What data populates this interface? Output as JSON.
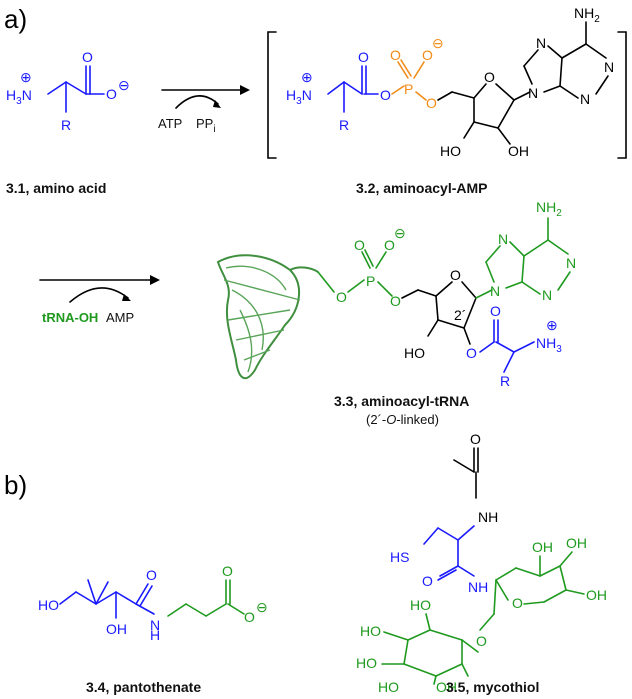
{
  "panels": {
    "a": "a)",
    "b": "b)"
  },
  "colors": {
    "amino_acid": "#1a1aff",
    "phosphate": "#f28c1a",
    "trna": "#1f9a1f",
    "black": "#000000",
    "trna_structure": "#3f8f3f"
  },
  "reaction1": {
    "reagent1": "ATP",
    "reagent2": "PP",
    "reagent2_sub": "i"
  },
  "reaction2": {
    "reagent1": "tRNA-OH",
    "reagent2": "AMP"
  },
  "compounds": {
    "c31": {
      "label": "3.1, amino acid"
    },
    "c32": {
      "label": "3.2, aminoacyl-AMP"
    },
    "c33": {
      "label": "3.3, aminoacyl-tRNA",
      "sublabel_prefix": "(2´-",
      "sublabel_italic": "O",
      "sublabel_suffix": "-linked)"
    },
    "c34": {
      "label": "3.4, pantothenate"
    },
    "c35": {
      "label": "3.5, mycothiol"
    }
  },
  "atoms": {
    "H3N": "H",
    "three": "3",
    "N": "N",
    "O": "O",
    "P": "P",
    "R": "R",
    "HO": "HO",
    "OH": "OH",
    "NH2": "NH",
    "two": "2",
    "NH3": "NH",
    "NH": "NH",
    "HS": "HS",
    "prime2": "2´",
    "plus": "⊕",
    "minus": "⊖"
  }
}
